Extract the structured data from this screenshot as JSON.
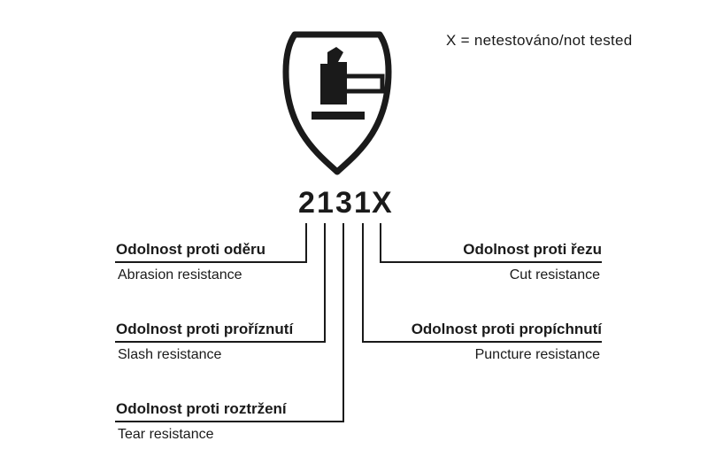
{
  "note": {
    "text": "X = netestováno/not tested"
  },
  "code": {
    "value": "2131X",
    "digits": [
      "2",
      "1",
      "3",
      "1",
      "X"
    ]
  },
  "labels": {
    "abrasion": {
      "cs": "Odolnost proti oděru",
      "en": "Abrasion resistance"
    },
    "cut": {
      "cs": "Odolnost proti řezu",
      "en": "Cut resistance"
    },
    "slash": {
      "cs": "Odolnost proti proříznutí",
      "en": "Slash resistance"
    },
    "puncture": {
      "cs": "Odolnost proti propíchnutí",
      "en": "Puncture resistance"
    },
    "tear": {
      "cs": "Odolnost proti roztržení",
      "en": "Tear resistance"
    }
  },
  "icons": {
    "shield": "shield-pictogram",
    "symbol": "abrasion-hammer-icon"
  },
  "colors": {
    "ink": "#1a1a1a",
    "background": "#ffffff"
  }
}
